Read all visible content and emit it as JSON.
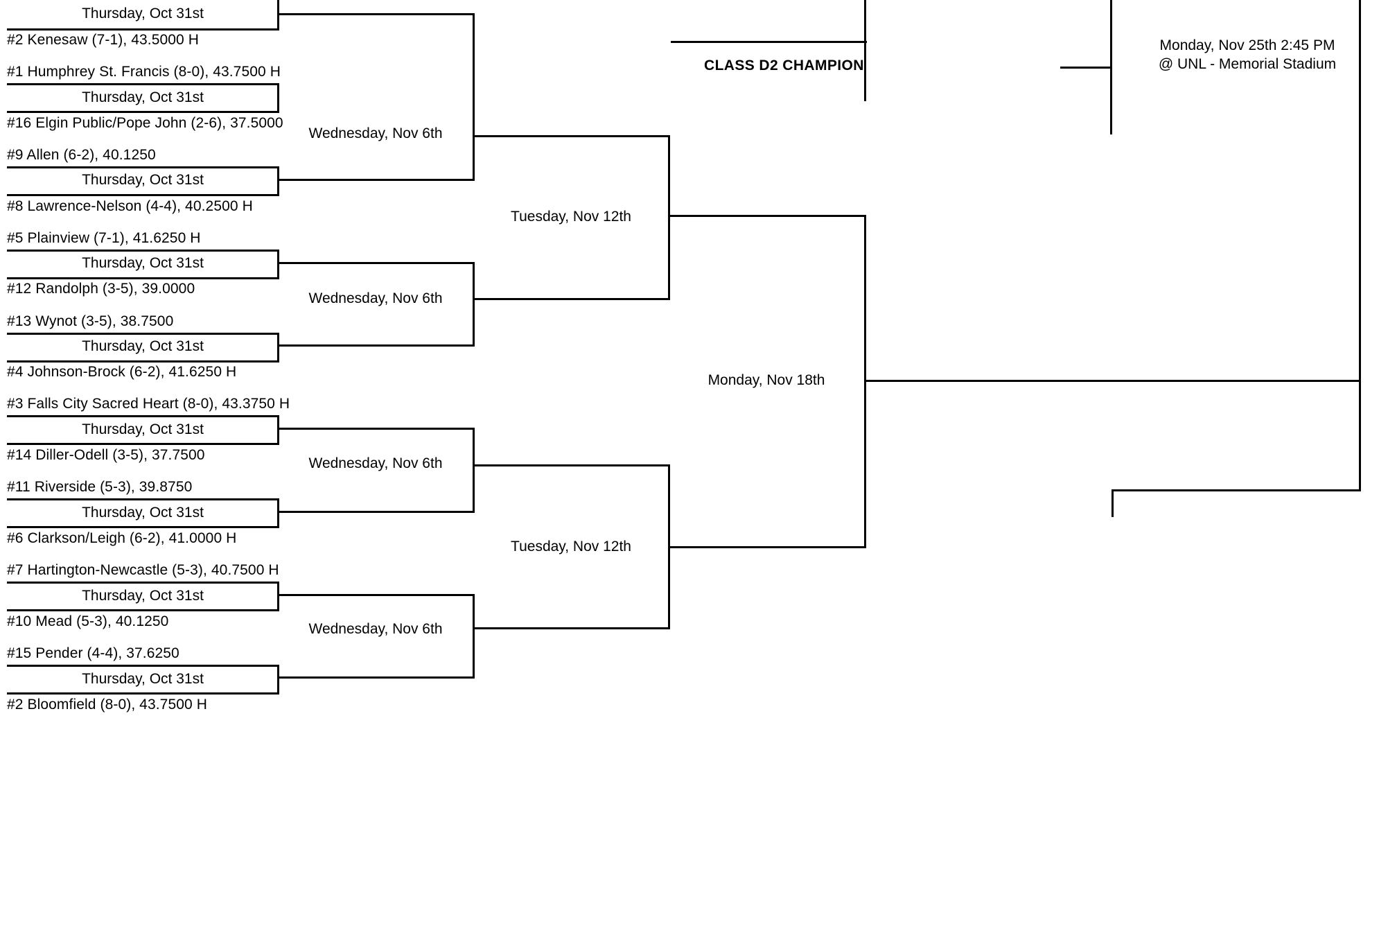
{
  "bracket": {
    "champion_label": "CLASS D2 CHAMPION",
    "final_info_line1": "Monday, Nov 25th 2:45 PM",
    "final_info_line2": "@ UNL - Memorial Stadium",
    "round_dates": {
      "round1": "Thursday, Oct 31st",
      "round2": "Wednesday, Nov 6th",
      "quarterfinal": "Tuesday, Nov 12th",
      "semifinal": "Monday, Nov 18th"
    },
    "teams": {
      "t1": "#2 Kenesaw (7-1), 43.5000 H",
      "t2": "#1 Humphrey St. Francis (8-0), 43.7500 H",
      "t3": "#16 Elgin Public/Pope John (2-6), 37.5000",
      "t4": "#9 Allen (6-2), 40.1250",
      "t5": "#8 Lawrence-Nelson (4-4), 40.2500 H",
      "t6": "#5 Plainview (7-1), 41.6250 H",
      "t7": "#12 Randolph (3-5), 39.0000",
      "t8": "#13 Wynot (3-5), 38.7500",
      "t9": "#4 Johnson-Brock (6-2), 41.6250 H",
      "t10": "#3 Falls City Sacred Heart (8-0), 43.3750 H",
      "t11": "#14 Diller-Odell (3-5), 37.7500",
      "t12": "#11 Riverside (5-3), 39.8750",
      "t13": "#6 Clarkson/Leigh (6-2), 41.0000 H",
      "t14": "#7 Hartington-Newcastle (5-3), 40.7500 H",
      "t15": "#10 Mead (5-3), 40.1250",
      "t16": "#15 Pender (4-4), 37.6250",
      "t17": "#2 Bloomfield (8-0), 43.7500 H"
    },
    "round1_dates": {
      "m1": "Thursday, Oct 31st",
      "m2": "Thursday, Oct 31st",
      "m3": "Thursday, Oct 31st",
      "m4": "Thursday, Oct 31st",
      "m5": "Thursday, Oct 31st",
      "m6": "Thursday, Oct 31st",
      "m7": "Thursday, Oct 31st",
      "m8": "Thursday, Oct 31st"
    },
    "round2_dates": {
      "m1": "Wednesday, Nov 6th",
      "m2": "Wednesday, Nov 6th",
      "m3": "Wednesday, Nov 6th",
      "m4": "Wednesday, Nov 6th"
    },
    "quarterfinal_dates": {
      "m1": "Tuesday, Nov 12th",
      "m2": "Tuesday, Nov 12th"
    },
    "semifinal_dates": {
      "m1": "Monday, Nov 18th"
    }
  }
}
